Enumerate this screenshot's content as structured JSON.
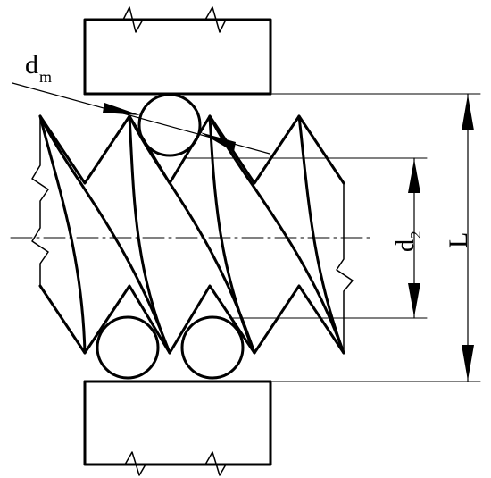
{
  "diagram": {
    "labels": {
      "dm_main": "d",
      "dm_sub": "m",
      "d2_main": "d",
      "d2_sub": "2",
      "L": "L"
    },
    "colors": {
      "line": "#000000",
      "background": "#ffffff"
    }
  }
}
